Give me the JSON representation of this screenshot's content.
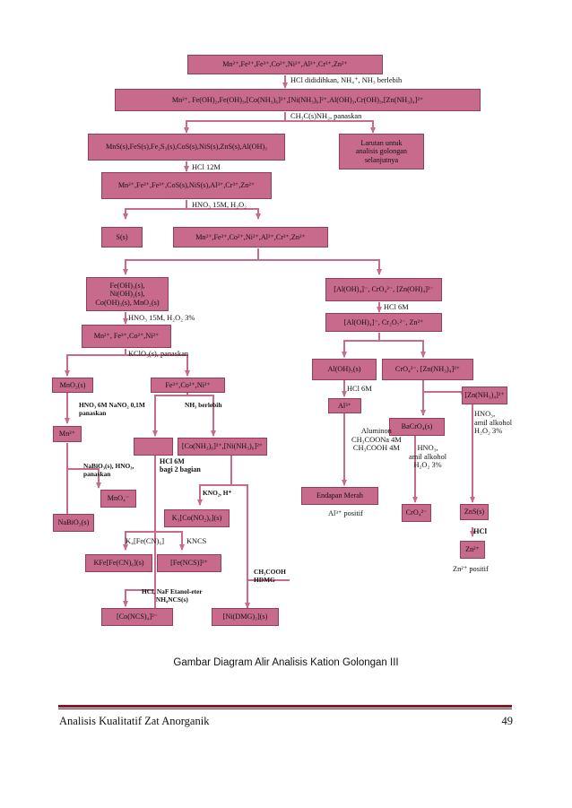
{
  "colors": {
    "box": "#c76a8c",
    "arrow": "#c76a8c",
    "rule": "#7a1e2a"
  },
  "boxes": {
    "b1": "Mn²⁺,Fe²⁺,Fe³⁺,Co²⁺,Ni²⁺,Al³⁺,Cr³⁺,Zn²⁺",
    "b2": "Mn²⁺, Fe(OH)₂,Fe(OH)₃,[Co(NH₃)₆]²⁺,[Ni(NH₃)₆]²⁺,Al(OH)₃,Cr(OH)₃,[Zn(NH₃)₄]²⁺",
    "b3": "MnS(s),FeS(s),Fe₂S₃(s),CoS(s),NiS(s),ZnS(s),Al(OH)₃",
    "b4": "Larutan untuk\nanalisis golongan\nselanjutnya",
    "b5": "Mn²⁺,Fe²⁺,Fe³⁺,CoS(s),NiS(s),Al³⁺,Cr³⁺,Zn²⁺",
    "b6": "S(s)",
    "b7": "Mn²⁺,Fe³⁺,Co²⁺,Ni²⁺,Al³⁺,Cr³⁺,Zn²⁺",
    "b8": "Fe(OH)₃(s),\nNi(OH)₂(s),\nCo(OH)₃(s), MnO₂(s)",
    "b9": "[Al(OH)₄]⁻, CrO₄²⁻, [Zn(OH)₄]²⁻",
    "b10": "Mn²⁺, Fe³⁺,Co²⁺,Ni²⁺",
    "b11": "[Al(OH)₄]⁻, Cr₂O₇²⁻, Zn²⁺",
    "b12": "MnO₂(s)",
    "b13": "Fe³⁺,Co²⁺,Ni²⁺",
    "b14": "Al(OH)₃(s)",
    "b15": "CrO₄²⁻, [Zn(NH₃)₄]²⁺",
    "b16": "Mn²⁺",
    "b17": "",
    "b18": "[Co(NH₃)₆]²⁺,[Ni(NH₃)₆]²⁺",
    "b19": "Al³⁺",
    "b20": "[Zn(NH₃)₄]²⁺",
    "b21": "BaCrO₄(s)",
    "b22": "MnO₄⁻",
    "b23": "K₃[Co(NO₂)₆](s)",
    "b24": "NaBiO₃(s)",
    "b25": "Endapan Merah",
    "b26": "CrO₄²⁻",
    "b27": "ZnS(s)",
    "b28": "KFe[Fe(CN)₆](s)",
    "b29": "[Fe(NCS)]²⁺",
    "b30": "Zn²⁺",
    "b31": "[Co(NCS)₄]²⁻",
    "b32": "[Ni(DMG)₂](s)"
  },
  "labels": {
    "l1": "HCl dididihkan, NH₄⁺, NH₃ berlebih",
    "l2": "CH₃C(s)NH₂, panaskan",
    "l3": "HCl 12M",
    "l4": "HNO₃ 15M, H₂O₂",
    "l5": "HNO₃ 15M, H₂O₂ 3%",
    "l6": "HCl 6M",
    "l7": "KClO₃(s), panaskan",
    "l8": "HNO₃ 6M NaNO₂ 0,1M\npanaskan",
    "l9": "NH₃ berlebih",
    "l10": "HCl 6M",
    "l11": "HCl 6M\nbagi 2 bagian",
    "l12": "NaBiO₃(s), HNO₃,\npanaskan",
    "l13": "KNO₂, H⁺",
    "l14": "Aluminon\nCH₃COONa 4M\nCH₃COOH 4M",
    "l15": "HNO₃,\namil alkohol\nH₂O₂ 3%",
    "l16": "HNO₃,\namil alkohol\nH₂O₂ 3%",
    "l17": "K₄[Fe(CN)₆]",
    "l18": "KNCS",
    "l19": "CH₃COOH\nHDMG",
    "l20": "Al³⁺ positif",
    "l21": "HCl",
    "l22": "HCl, NaF Etanol-eter\nNH₄NCS(s)",
    "l23": "Zn²⁺ positif"
  },
  "caption": "Gambar Diagram Alir Analisis Kation Golongan III",
  "footer": {
    "title": "Analisis Kualitatif Zat Anorganik",
    "page": "49"
  }
}
